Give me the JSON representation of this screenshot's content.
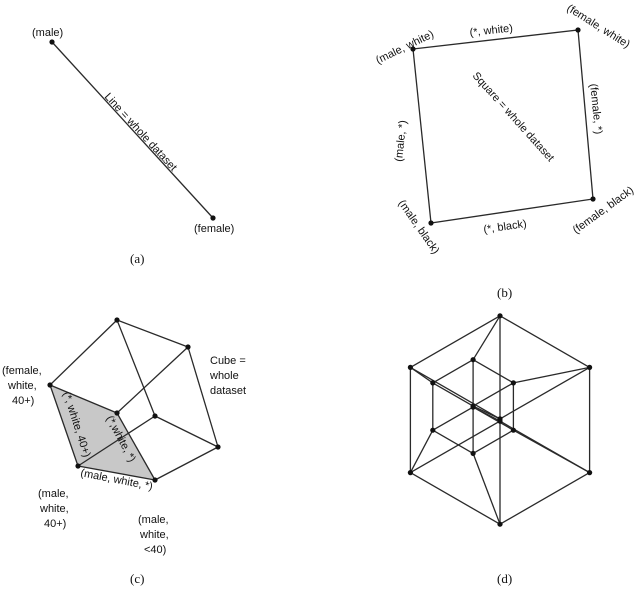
{
  "panel_a": {
    "caption": "(a)",
    "node_male": "(male)",
    "node_female": "(female)",
    "edge_label": "Line = whole dataset"
  },
  "panel_b": {
    "caption": "(b)",
    "node_male_white": "(male, white)",
    "node_female_white": "(female, white)",
    "node_male_black": "(male, black)",
    "node_female_black": "(female, black)",
    "edge_top": "(*, white)",
    "edge_bottom": "(*, black)",
    "edge_left": "(male, *)",
    "edge_right": "(female, *)",
    "center_label": "Square = whole dataset"
  },
  "panel_c": {
    "caption": "(c)",
    "cube_label_l1": "Cube =",
    "cube_label_l2": "whole",
    "cube_label_l3": "dataset",
    "node_fw40_l1": "(female,",
    "node_fw40_l2": "white,",
    "node_fw40_l3": "40+)",
    "node_mw40_l1": "(male,",
    "node_mw40_l2": "white,",
    "node_mw40_l3": "40+)",
    "node_mwlt40_l1": "(male,",
    "node_mwlt40_l2": "white,",
    "node_mwlt40_l3": "<40)",
    "edge_star_white_40": "(*, white, 40+)",
    "face_label": "(*,white, *)",
    "edge_male_white_star": "(male, white, *)",
    "shade_color": "#c8c8c8"
  },
  "panel_d": {
    "caption": "(d)"
  }
}
